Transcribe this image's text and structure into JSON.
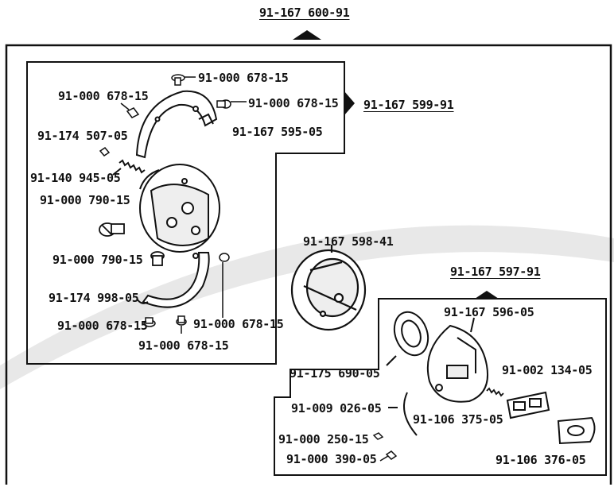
{
  "assemblies": {
    "top": "91-167 600-91",
    "left_group": "91-167 599-91",
    "right_group": "91-167 597-91"
  },
  "parts": {
    "screw_top": "91-000 678-15",
    "screw_left_upper": "91-000 678-15",
    "screw_right_upper": "91-000 678-15",
    "pin_small": "91-174 507-05",
    "upper_plate": "91-167 595-05",
    "spring_small": "91-140 945-05",
    "screw_large": "91-000 790-15",
    "screw_mid": "91-000 790-15",
    "lower_plate": "91-174 998-05",
    "screw_lower_left": "91-000 678-15",
    "screw_lower_right": "91-000 678-15",
    "screw_lower_center": "91-000 678-15",
    "hook_body": "91-167 598-41",
    "bobbin_case": "91-167 596-05",
    "ring_plate": "91-175 690-05",
    "spring_right": "91-002 134-05",
    "latch_spring": "91-009 026-05",
    "latch_plate": "91-106 375-05",
    "screw_tiny": "91-000 250-15",
    "screw_bottom": "91-000 390-05",
    "latch_cover": "91-106 376-05"
  },
  "colors": {
    "ink": "#111111",
    "band": "#e6e6e6",
    "paper": "#ffffff"
  }
}
